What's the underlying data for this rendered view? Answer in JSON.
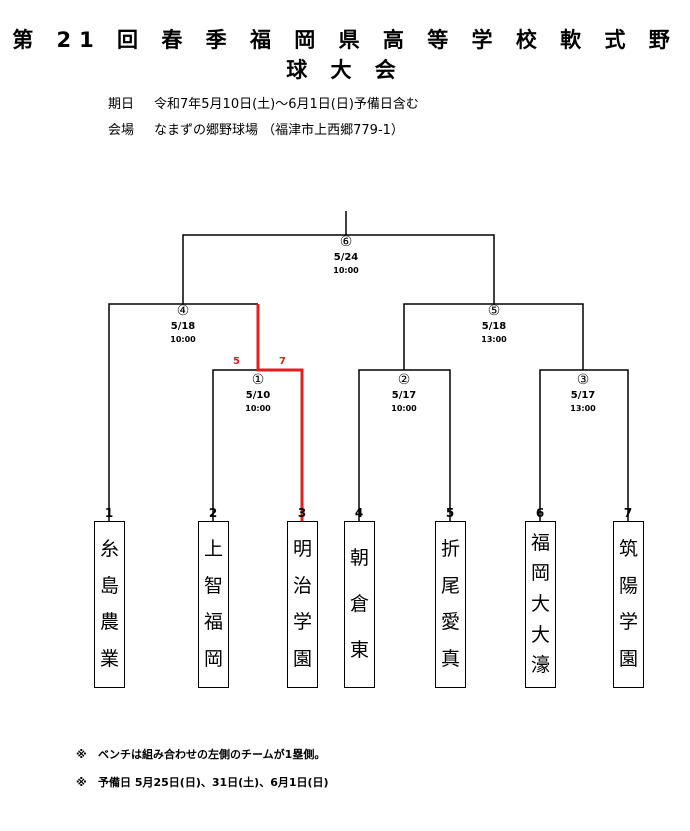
{
  "title": "第 21 回 春 季 福 岡 県 高 等 学 校 軟 式 野 球 大 会",
  "info": {
    "date_label": "期日",
    "date_value": "令和7年5月10日(土)～6月1日(日)予備日含む",
    "venue_label": "会場",
    "venue_value": "なまずの郷野球場 （福津市上西郷779-1）"
  },
  "teams": [
    {
      "seed": "1",
      "chars": [
        "糸",
        "島",
        "農",
        "業"
      ]
    },
    {
      "seed": "2",
      "chars": [
        "上",
        "智",
        "福",
        "岡"
      ]
    },
    {
      "seed": "3",
      "chars": [
        "明",
        "治",
        "学",
        "園"
      ]
    },
    {
      "seed": "4",
      "chars": [
        "朝",
        "倉",
        "東"
      ]
    },
    {
      "seed": "5",
      "chars": [
        "折",
        "尾",
        "愛",
        "真"
      ]
    },
    {
      "seed": "6",
      "chars": [
        "福",
        "岡",
        "大",
        "大",
        "濠"
      ]
    },
    {
      "seed": "7",
      "chars": [
        "筑",
        "陽",
        "学",
        "園"
      ]
    }
  ],
  "games": [
    {
      "num": "①",
      "date": "5/10",
      "time": "10:00"
    },
    {
      "num": "②",
      "date": "5/17",
      "time": "10:00"
    },
    {
      "num": "③",
      "date": "5/17",
      "time": "13:00"
    },
    {
      "num": "④",
      "date": "5/18",
      "time": "10:00"
    },
    {
      "num": "⑤",
      "date": "5/18",
      "time": "13:00"
    },
    {
      "num": "⑥",
      "date": "5/24",
      "time": "10:00"
    }
  ],
  "results": {
    "game1": {
      "score_left": "5",
      "score_right": "7",
      "winner": "明治学園",
      "highlight_color": "#e02020"
    }
  },
  "notes": [
    {
      "mark": "※",
      "text": "ベンチは組み合わせの左側のチームが1塁側。"
    },
    {
      "mark": "※",
      "text": "予備日 5月25日(日)、31日(土)、6月1日(日)"
    }
  ]
}
